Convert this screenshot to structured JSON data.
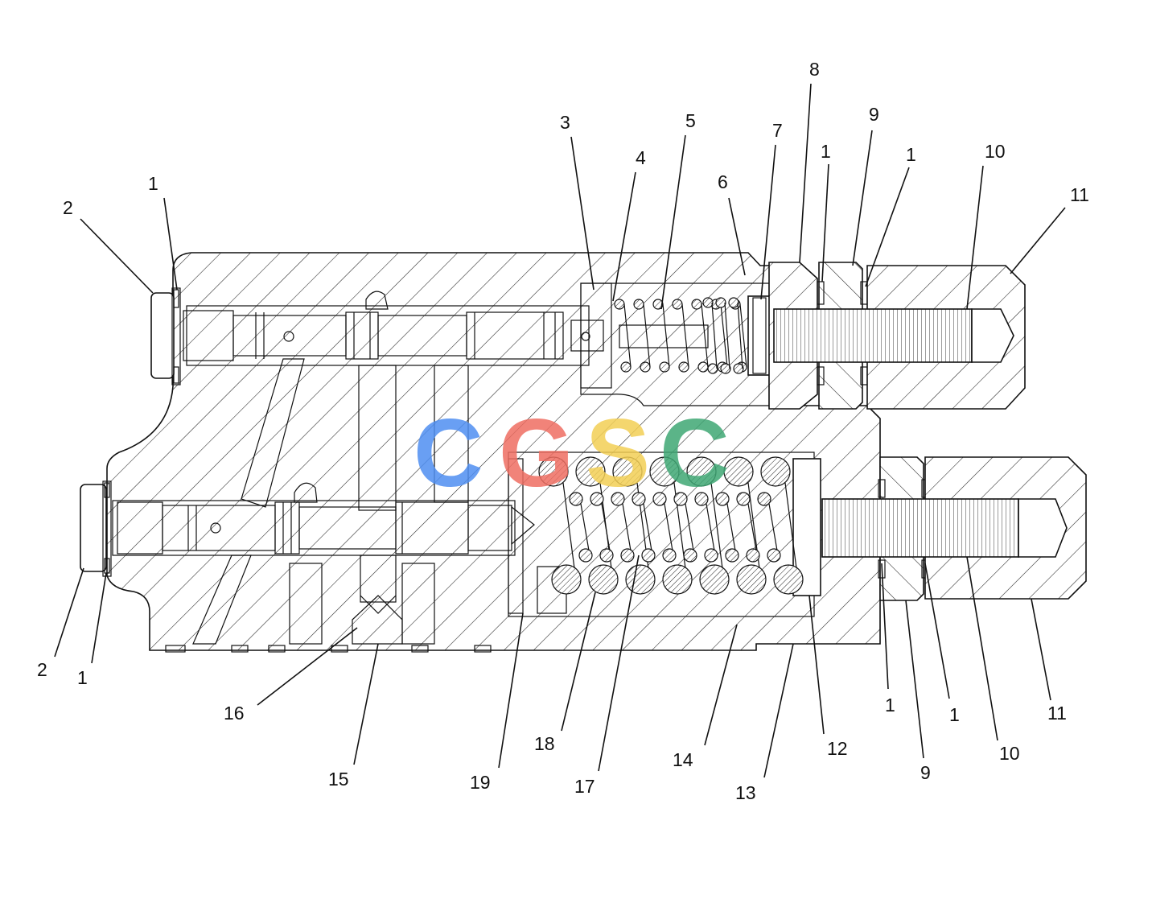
{
  "watermark": {
    "text": "CGSC",
    "letters": [
      {
        "char": "C",
        "color": "#4f8ff2"
      },
      {
        "char": "G",
        "color": "#ef6e62"
      },
      {
        "char": "S",
        "color": "#f3cf55"
      },
      {
        "char": "C",
        "color": "#3fa774"
      }
    ]
  },
  "callouts": [
    {
      "id": "c-1-left-top",
      "text": "1"
    },
    {
      "id": "c-2-left-top",
      "text": "2"
    },
    {
      "id": "c-3",
      "text": "3"
    },
    {
      "id": "c-4",
      "text": "4"
    },
    {
      "id": "c-5",
      "text": "5"
    },
    {
      "id": "c-6",
      "text": "6"
    },
    {
      "id": "c-7",
      "text": "7"
    },
    {
      "id": "c-8",
      "text": "8"
    },
    {
      "id": "c-9-top",
      "text": "9"
    },
    {
      "id": "c-1-top-a",
      "text": "1"
    },
    {
      "id": "c-1-top-b",
      "text": "1"
    },
    {
      "id": "c-10-top",
      "text": "10"
    },
    {
      "id": "c-11-top",
      "text": "11"
    },
    {
      "id": "c-2-left-bottom",
      "text": "2"
    },
    {
      "id": "c-1-left-bottom",
      "text": "1"
    },
    {
      "id": "c-16",
      "text": "16"
    },
    {
      "id": "c-15",
      "text": "15"
    },
    {
      "id": "c-19",
      "text": "19"
    },
    {
      "id": "c-18",
      "text": "18"
    },
    {
      "id": "c-17",
      "text": "17"
    },
    {
      "id": "c-14",
      "text": "14"
    },
    {
      "id": "c-13",
      "text": "13"
    },
    {
      "id": "c-12",
      "text": "12"
    },
    {
      "id": "c-1-bottom-a",
      "text": "1"
    },
    {
      "id": "c-9-bottom",
      "text": "9"
    },
    {
      "id": "c-1-bottom-b",
      "text": "1"
    },
    {
      "id": "c-10-bottom",
      "text": "10"
    },
    {
      "id": "c-11-bottom",
      "text": "11"
    }
  ]
}
